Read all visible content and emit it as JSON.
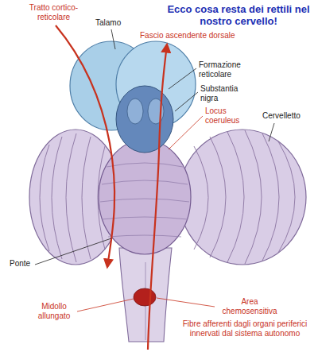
{
  "diagram": {
    "title": "Ecco cosa resta dei rettili nel nostro cervello!",
    "labels": [
      "Tratto cortico-reticolare",
      "Talamo",
      "Fascio ascendente dorsale",
      "Formazione reticolare",
      "Substantia nigra",
      "Locus coeruleus",
      "Cervelletto",
      "Ponte",
      "Midollo allungato",
      "Area chemosensitiva",
      "Fibre afferenti dagli organi periferici innervati dal sistema autonomo"
    ]
  }
}
